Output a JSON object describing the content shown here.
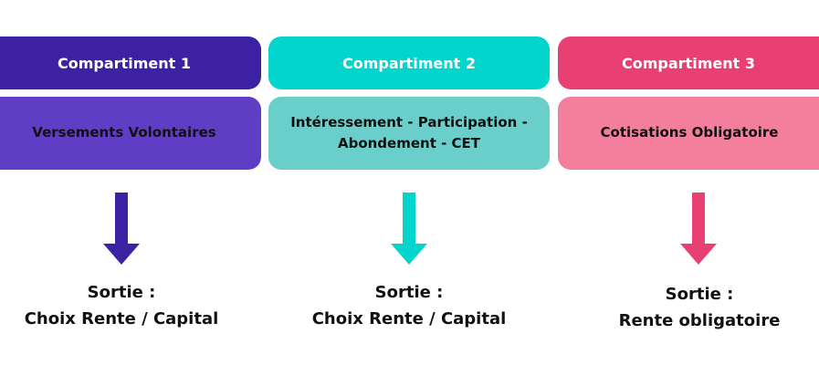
{
  "colors": {
    "comp1_header": "#3d21a3",
    "comp1_body": "#5f3ec5",
    "comp1_text": "#111111",
    "comp2_header": "#03d4cc",
    "comp2_body": "#6acfcb",
    "comp2_text": "#111111",
    "comp3_header": "#e94073",
    "comp3_body": "#f37f9d",
    "comp3_text": "#111111"
  },
  "compartments": [
    {
      "title": "Compartiment 1",
      "description": "Versements Volontaires",
      "exit_label": "Sortie :",
      "exit_value": "Choix Rente / Capital",
      "arrow_icon": "arrow-down-icon"
    },
    {
      "title": "Compartiment 2",
      "description_line1": "Intéressement - Participation -",
      "description_line2": "Abondement - CET",
      "exit_label": "Sortie :",
      "exit_value": "Choix Rente / Capital",
      "arrow_icon": "arrow-down-icon"
    },
    {
      "title": "Compartiment 3",
      "description": "Cotisations Obligatoire",
      "exit_label": "Sortie :",
      "exit_value": "Rente obligatoire",
      "arrow_icon": "arrow-down-icon"
    }
  ]
}
